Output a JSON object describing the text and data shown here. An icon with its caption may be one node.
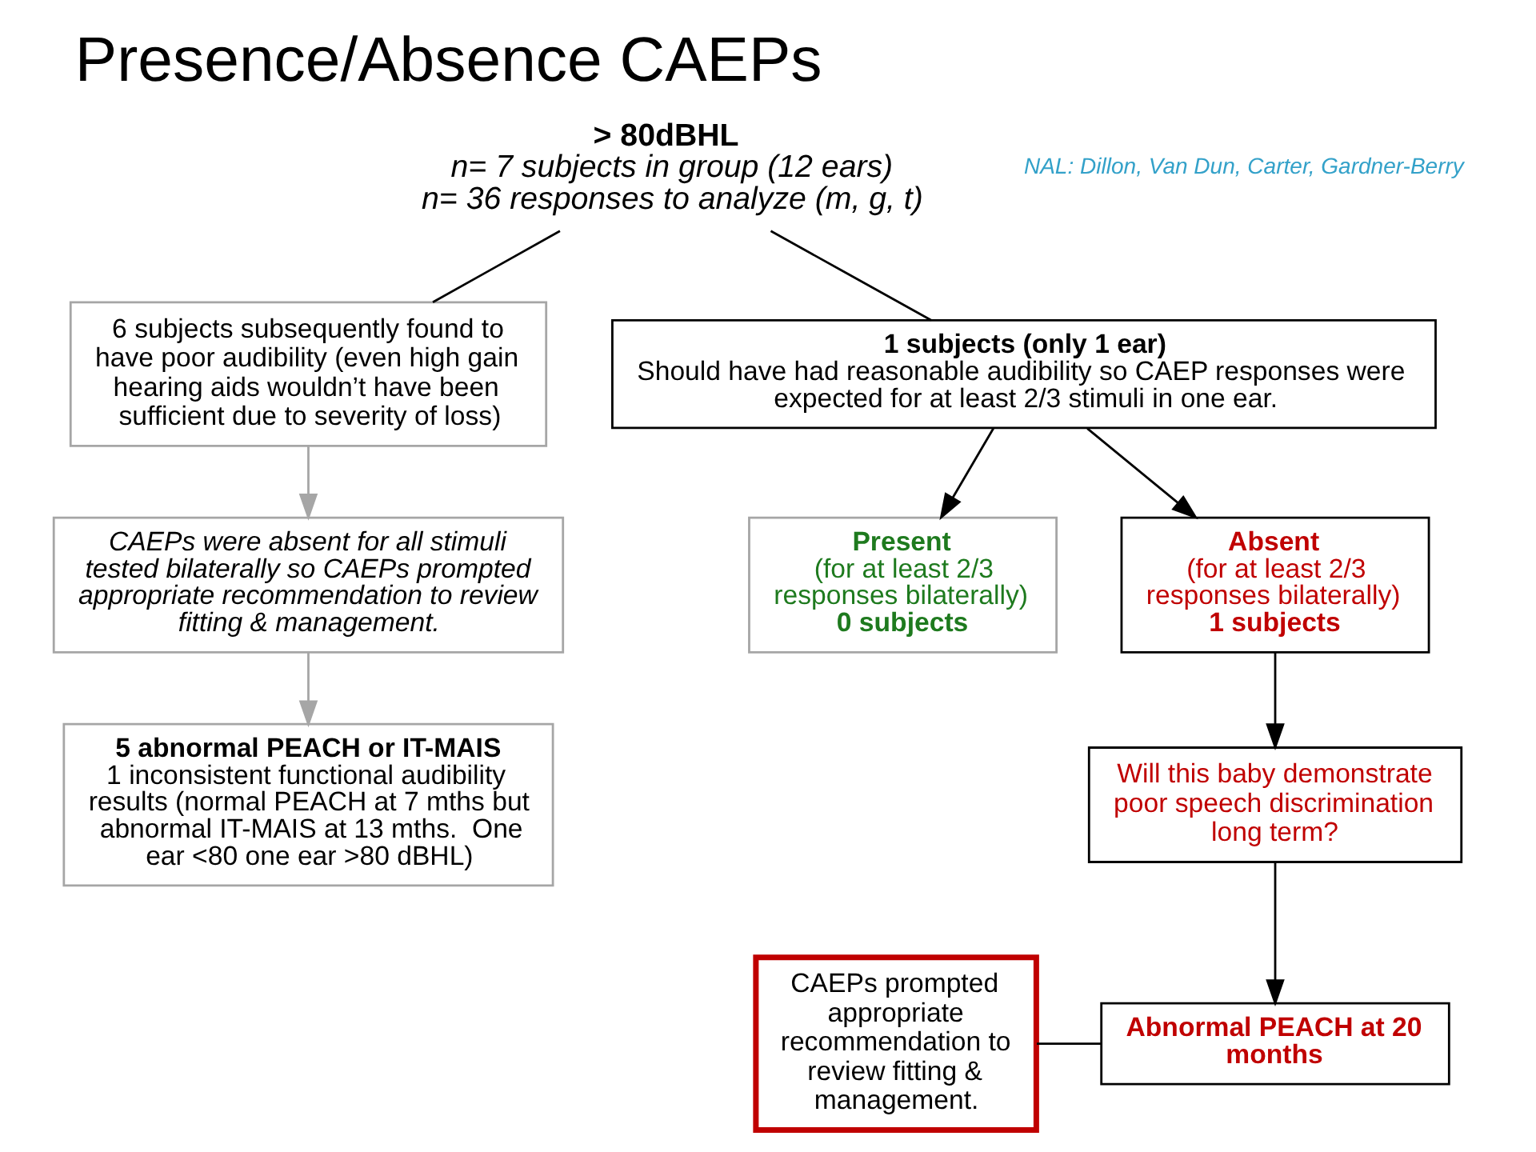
{
  "diagram": {
    "title": "Presence/Absence CAEPs",
    "nodes": [
      {
        "text": [
          "> 80dBHL",
          "n= 7 subjects in group (12 ears)",
          "n= 36 responses to analyze (m, g, t)"
        ]
      },
      {
        "text": [
          "6 subjects subsequently found to have poor audibility (even high gain hearing aids wouldn’t have been sufficient due to severity of loss)"
        ]
      },
      {
        "text": [
          "CAEPs were absent for all stimuli tested bilaterally so CAEPs prompted appropriate recommendation to review fitting & management."
        ]
      },
      {
        "text": [
          "5 abnormal PEACH or IT-MAIS",
          "1 inconsistent functional audibility results (normal PEACH at 7 mths but abnormal IT-MAIS at 13 mths.  One ear <80 one ear >80 dBHL)"
        ]
      },
      {
        "text": [
          "1 subjects (only 1 ear)",
          "Should have had reasonable audibility so CAEP responses were expected for at least 2/3 stimuli in one ear."
        ]
      },
      {
        "text": [
          "Present",
          "(for at least 2/3 responses bilaterally)",
          "0 subjects"
        ]
      },
      {
        "text": [
          "Absent",
          "(for at least 2/3 responses bilaterally)",
          "1 subjects"
        ]
      },
      {
        "text": [
          "Will this baby demonstrate poor speech discrimination long term?"
        ]
      },
      {
        "text": [
          "Abnormal PEACH at 20 months"
        ]
      },
      {
        "text": [
          "CAEPs prompted appropriate recommendation to review fitting & management."
        ]
      }
    ],
    "edges": [
      {
        "from": 0,
        "to": 1,
        "arrow": "none"
      },
      {
        "from": 0,
        "to": 4,
        "arrow": "none"
      },
      {
        "from": 1,
        "to": 2,
        "arrow": "to",
        "color": "#a6a6a6"
      },
      {
        "from": 2,
        "to": 3,
        "arrow": "to",
        "color": "#a6a6a6"
      },
      {
        "from": 4,
        "to": 5,
        "arrow": "to"
      },
      {
        "from": 4,
        "to": 6,
        "arrow": "to"
      },
      {
        "from": 6,
        "to": 7,
        "arrow": "to"
      },
      {
        "from": 7,
        "to": 8,
        "arrow": "to"
      },
      {
        "from": 9,
        "to": 8,
        "arrow": "none"
      }
    ],
    "labels": [
      "NAL: Dillon, Van Dun, Carter, Gardner-Berry"
    ]
  }
}
